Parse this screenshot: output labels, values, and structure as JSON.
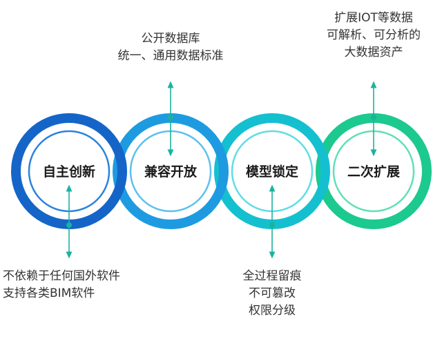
{
  "nodes": [
    {
      "label": "自主创新",
      "color": "#1565c8",
      "inner": "#2a82de"
    },
    {
      "label": "兼容开放",
      "color": "#1e9be0",
      "inner": "#5cc0ef"
    },
    {
      "label": "模型锁定",
      "color": "#14c0cf",
      "inner": "#5fdde4"
    },
    {
      "label": "二次扩展",
      "color": "#1cc98f",
      "inner": "#5fe0b6"
    }
  ],
  "captions": {
    "top_2": [
      "公开数据库",
      "统一、通用数据标准"
    ],
    "top_4": [
      "扩展IOT等数据",
      "可解析、可分析的",
      "大数据资产"
    ],
    "bottom_1": [
      "不依赖于任何国外软件",
      "支持各类BIM软件"
    ],
    "bottom_3": [
      "全过程留痕",
      "不可篡改",
      "权限分级"
    ]
  },
  "colors": {
    "text": "#333333",
    "connector": "#19b39e",
    "label": "#1a1a1a"
  }
}
